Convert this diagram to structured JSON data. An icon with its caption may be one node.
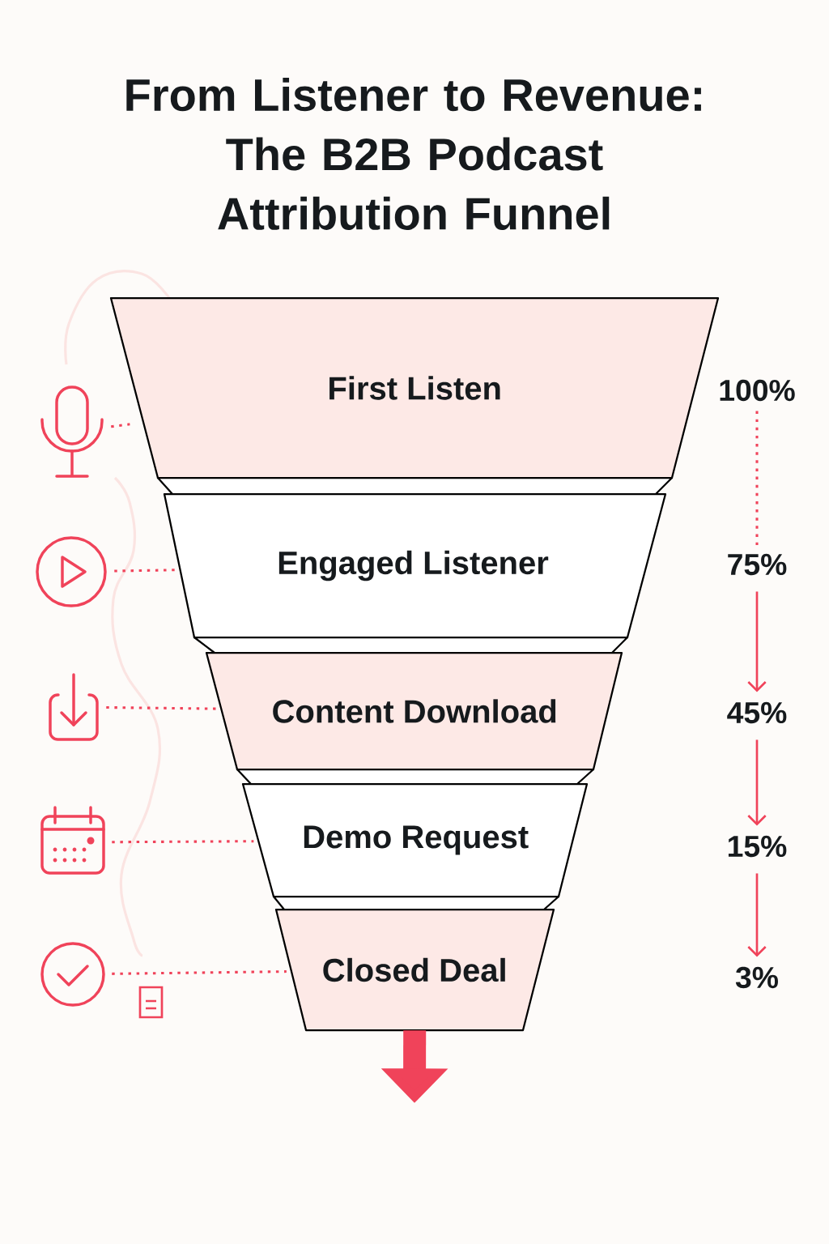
{
  "diagram": {
    "title": "From Listener to Revenue: The B2B Podcast Attribution Funnel",
    "nodes": [
      {
        "text": [
          "First Listen"
        ]
      },
      {
        "text": [
          "Engaged Listener"
        ]
      },
      {
        "text": [
          "Content Download"
        ]
      },
      {
        "text": [
          "Demo Request"
        ]
      },
      {
        "text": [
          "Closed Deal"
        ]
      },
      {
        "text": [
          "100%"
        ]
      },
      {
        "text": [
          "75%"
        ]
      },
      {
        "text": [
          "45%"
        ]
      },
      {
        "text": [
          "15%"
        ]
      },
      {
        "text": [
          "3%"
        ]
      },
      {
        "text": [],
        "shape": "picture"
      },
      {
        "text": [],
        "shape": "picture"
      },
      {
        "text": [],
        "shape": "picture"
      },
      {
        "text": [],
        "shape": "picture"
      },
      {
        "text": [],
        "shape": "picture"
      }
    ],
    "edges": [
      {
        "from": 10,
        "to": 0,
        "arrow": "none",
        "style": "dashed"
      },
      {
        "from": 11,
        "to": 1,
        "arrow": "none",
        "style": "dashed"
      },
      {
        "from": 12,
        "to": 2,
        "arrow": "none",
        "style": "dashed"
      },
      {
        "from": 13,
        "to": 3,
        "arrow": "none",
        "style": "dashed"
      },
      {
        "from": 14,
        "to": 4,
        "arrow": "none",
        "style": "dashed"
      },
      {
        "from": 5,
        "to": 6,
        "arrow": "none",
        "style": "dashed"
      },
      {
        "from": 6,
        "to": 7,
        "arrow": "to"
      },
      {
        "from": 7,
        "to": 8,
        "arrow": "to"
      },
      {
        "from": 8,
        "to": 9,
        "arrow": "to"
      },
      {
        "from": 4,
        "to": null,
        "arrow": "to",
        "style": "thick"
      }
    ]
  }
}
